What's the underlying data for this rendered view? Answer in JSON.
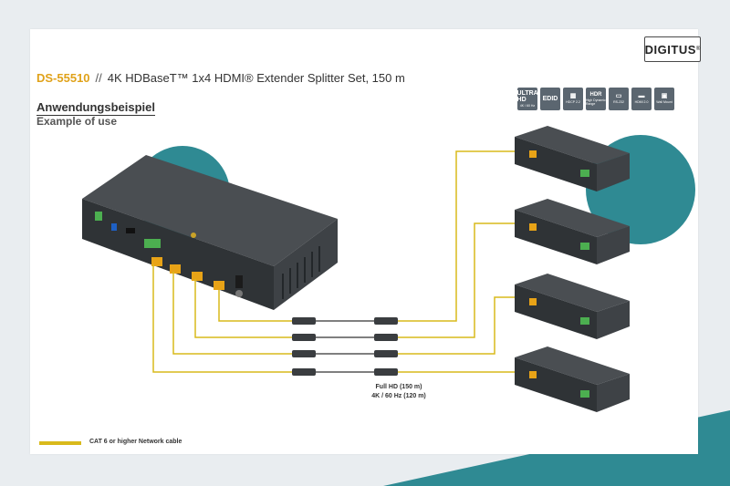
{
  "brand": {
    "name": "DIGITUS",
    "mark": "®"
  },
  "product": {
    "model": "DS-55510",
    "separator": "//",
    "title": "4K HDBaseT™ 1x4 HDMI® Extender Splitter Set, 150 m"
  },
  "headings": {
    "german": "Anwendungsbeispiel",
    "english": "Example of use"
  },
  "features": [
    {
      "main": "ULTRA HD",
      "sub": "4K / 60 Hz"
    },
    {
      "main": "EDID",
      "sub": ""
    },
    {
      "main": "",
      "sub": "HDCP 2.2"
    },
    {
      "main": "HDR",
      "sub": "High Dynamic Range"
    },
    {
      "main": "",
      "sub": "RS-232"
    },
    {
      "main": "",
      "sub": "HDMI 2.0"
    },
    {
      "main": "",
      "sub": "Wall Mount"
    }
  ],
  "caption": {
    "line1": "Full HD (150 m)",
    "line2": "4K / 60 Hz (120 m)"
  },
  "legend": {
    "label": "CAT 6 or higher Network cable",
    "color": "#d9ba1c"
  },
  "colors": {
    "accent": "#e0a21a",
    "teal": "#2f8a93",
    "cable": "#d9ba1c",
    "device": "#3a3d40"
  }
}
